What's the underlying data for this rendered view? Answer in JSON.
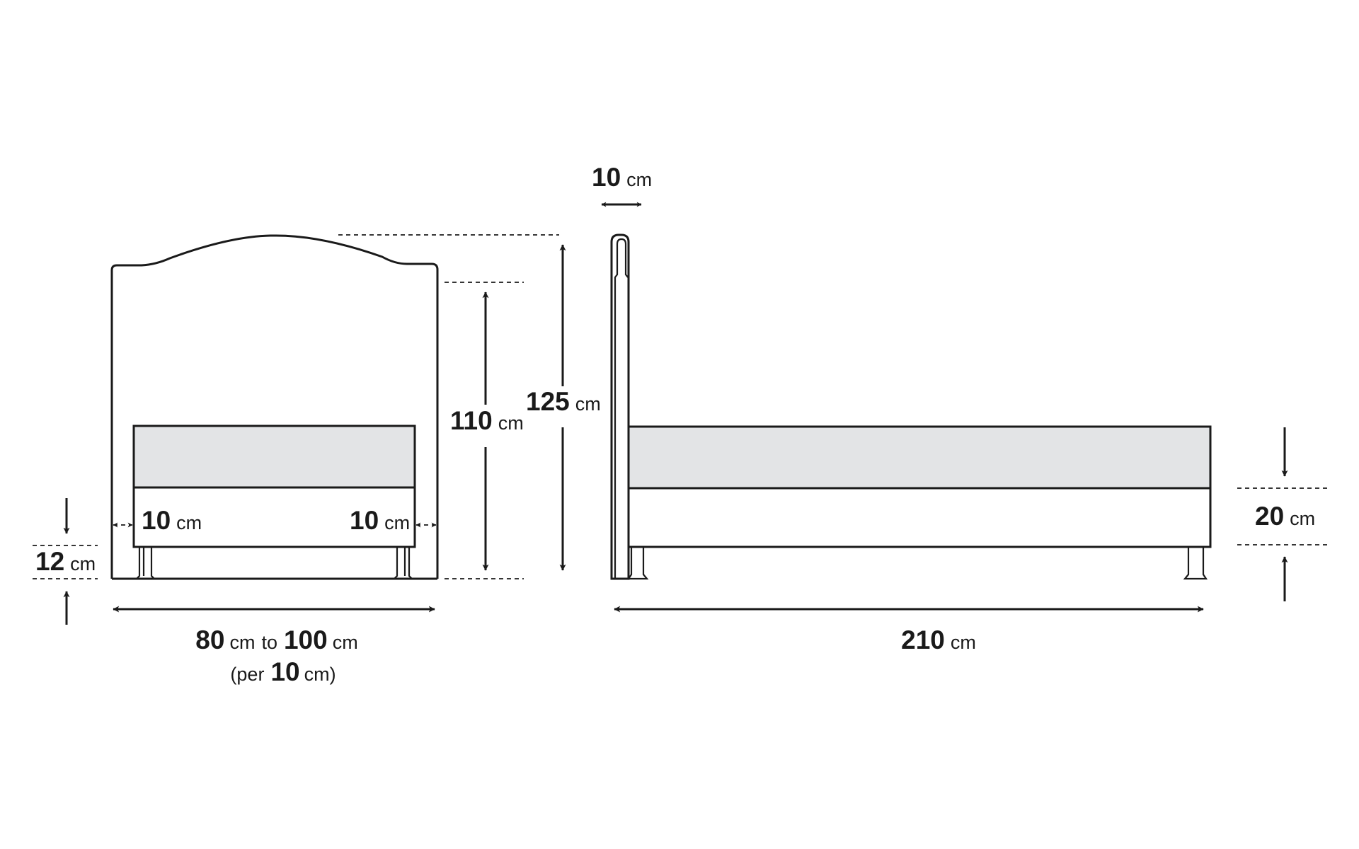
{
  "front_view": {
    "width_range": {
      "from": "80",
      "from_unit": "cm",
      "connector": "to",
      "to": "100",
      "to_unit": "cm"
    },
    "width_step": {
      "prefix": "(per",
      "value": "10",
      "unit": "cm)"
    },
    "height_headboard_side": {
      "value": "110",
      "unit": "cm"
    },
    "leg_height": {
      "value": "12",
      "unit": "cm"
    },
    "side_gap_left": {
      "value": "10",
      "unit": "cm"
    },
    "side_gap_right": {
      "value": "10",
      "unit": "cm"
    }
  },
  "side_view": {
    "total_height": {
      "value": "125",
      "unit": "cm"
    },
    "headboard_thickness": {
      "value": "10",
      "unit": "cm"
    },
    "length": {
      "value": "210",
      "unit": "cm"
    },
    "base_height": {
      "value": "20",
      "unit": "cm"
    }
  },
  "colors": {
    "line": "#1a1a1a",
    "mattress": "#e3e4e6",
    "background": "#ffffff"
  }
}
